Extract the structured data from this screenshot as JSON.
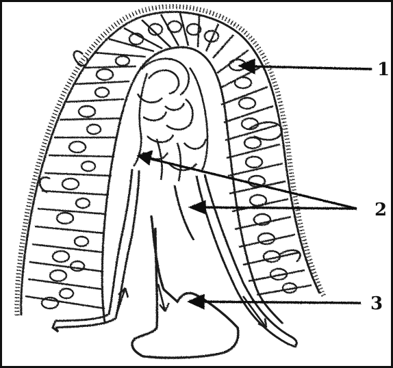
{
  "diagram": {
    "colors": {
      "ink": "#1a1a1a",
      "background": "#ffffff"
    },
    "labels": [
      {
        "id": "1",
        "text": "1"
      },
      {
        "id": "2",
        "text": "2"
      },
      {
        "id": "3",
        "text": "3"
      }
    ]
  }
}
